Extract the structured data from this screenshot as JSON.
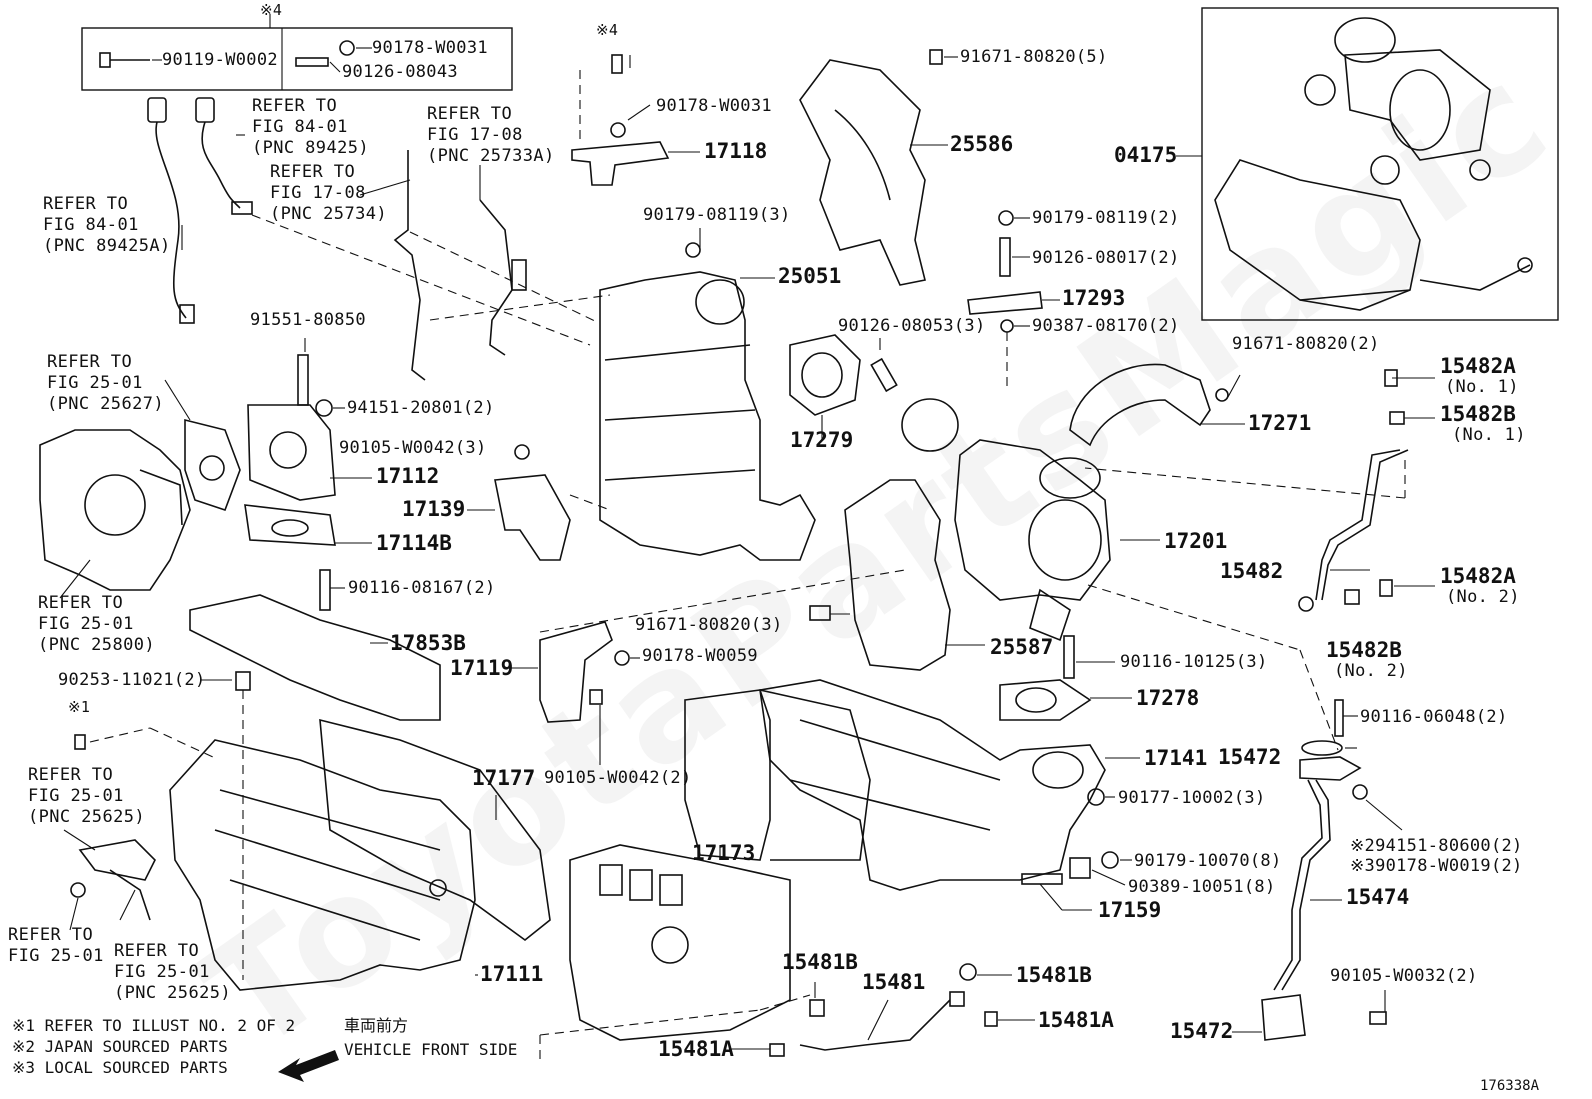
{
  "watermark": "ToyotaPartsMagic",
  "diagram_id": "176338A",
  "top_box": {
    "mark": "※4",
    "left_part": "90119-W0002",
    "right_parts": [
      "90178-W0031",
      "90126-08043"
    ]
  },
  "refer_notes": [
    {
      "id": "ref-fig84-89425",
      "lines": [
        "REFER TO",
        "FIG 84-01",
        "(PNC 89425)"
      ]
    },
    {
      "id": "ref-fig17-25734",
      "lines": [
        "REFER TO",
        "FIG 17-08",
        "(PNC 25734)"
      ]
    },
    {
      "id": "ref-fig17-25733a",
      "lines": [
        "REFER TO",
        "FIG 17-08",
        "(PNC 25733A)"
      ]
    },
    {
      "id": "ref-fig84-89425a",
      "lines": [
        "REFER TO",
        "FIG 84-01",
        "(PNC 89425A)"
      ]
    },
    {
      "id": "ref-fig25-25627",
      "lines": [
        "REFER TO",
        "FIG 25-01",
        "(PNC 25627)"
      ]
    },
    {
      "id": "ref-fig25-25800",
      "lines": [
        "REFER TO",
        "FIG 25-01",
        "(PNC 25800)"
      ]
    },
    {
      "id": "ref-fig25-25625-a",
      "lines": [
        "REFER TO",
        "FIG 25-01",
        "(PNC 25625)"
      ]
    },
    {
      "id": "ref-fig25-plain",
      "lines": [
        "REFER TO",
        "FIG 25-01"
      ]
    },
    {
      "id": "ref-fig25-25625-b",
      "lines": [
        "REFER TO",
        "FIG 25-01",
        "(PNC 25625)"
      ]
    }
  ],
  "labels": [
    {
      "id": "l-90178-w0031-b",
      "text": "90178-W0031",
      "size": "normal"
    },
    {
      "id": "l-17118",
      "text": "17118",
      "size": "big"
    },
    {
      "id": "l-mark4-b",
      "text": "※4",
      "size": "small"
    },
    {
      "id": "l-91671-80820-5",
      "text": "91671-80820(5)",
      "size": "normal"
    },
    {
      "id": "l-25586",
      "text": "25586",
      "size": "big"
    },
    {
      "id": "l-04175",
      "text": "04175",
      "size": "big"
    },
    {
      "id": "l-90179-08119-3",
      "text": "90179-08119(3)",
      "size": "normal"
    },
    {
      "id": "l-25051",
      "text": "25051",
      "size": "big"
    },
    {
      "id": "l-90179-08119-2",
      "text": "90179-08119(2)",
      "size": "normal"
    },
    {
      "id": "l-90126-08017-2",
      "text": "90126-08017(2)",
      "size": "normal"
    },
    {
      "id": "l-17293",
      "text": "17293",
      "size": "big"
    },
    {
      "id": "l-90387-08170-2",
      "text": "90387-08170(2)",
      "size": "normal"
    },
    {
      "id": "l-90126-08053-3",
      "text": "90126-08053(3)",
      "size": "normal"
    },
    {
      "id": "l-91671-80820-2",
      "text": "91671-80820(2)",
      "size": "normal"
    },
    {
      "id": "l-15482a-1",
      "text": "15482A",
      "size": "big"
    },
    {
      "id": "l-15482a-1-no",
      "text": "(No. 1)",
      "size": "normal"
    },
    {
      "id": "l-15482b-1",
      "text": "15482B",
      "size": "big"
    },
    {
      "id": "l-15482b-1-no",
      "text": "(No. 1)",
      "size": "normal"
    },
    {
      "id": "l-17271",
      "text": "17271",
      "size": "big"
    },
    {
      "id": "l-91551-80850",
      "text": "91551-80850",
      "size": "normal"
    },
    {
      "id": "l-94151-20801-2",
      "text": "94151-20801(2)",
      "size": "normal"
    },
    {
      "id": "l-90105-w0042-3",
      "text": "90105-W0042(3)",
      "size": "normal"
    },
    {
      "id": "l-17279",
      "text": "17279",
      "size": "big"
    },
    {
      "id": "l-17112",
      "text": "17112",
      "size": "big"
    },
    {
      "id": "l-17139",
      "text": "17139",
      "size": "big"
    },
    {
      "id": "l-17114b",
      "text": "17114B",
      "size": "big"
    },
    {
      "id": "l-17201",
      "text": "17201",
      "size": "big"
    },
    {
      "id": "l-15482",
      "text": "15482",
      "size": "big"
    },
    {
      "id": "l-15482a-2",
      "text": "15482A",
      "size": "big"
    },
    {
      "id": "l-15482a-2-no",
      "text": "(No. 2)",
      "size": "normal"
    },
    {
      "id": "l-15482b-2",
      "text": "15482B",
      "size": "big"
    },
    {
      "id": "l-15482b-2-no",
      "text": "(No. 2)",
      "size": "normal"
    },
    {
      "id": "l-90116-08167-2",
      "text": "90116-08167(2)",
      "size": "normal"
    },
    {
      "id": "l-91671-80820-3",
      "text": "91671-80820(3)",
      "size": "normal"
    },
    {
      "id": "l-17853b",
      "text": "17853B",
      "size": "big"
    },
    {
      "id": "l-17119",
      "text": "17119",
      "size": "big"
    },
    {
      "id": "l-90178-w0059",
      "text": "90178-W0059",
      "size": "normal"
    },
    {
      "id": "l-25587",
      "text": "25587",
      "size": "big"
    },
    {
      "id": "l-90116-10125-3",
      "text": "90116-10125(3)",
      "size": "normal"
    },
    {
      "id": "l-90253-11021-2",
      "text": "90253-11021(2)",
      "size": "normal"
    },
    {
      "id": "l-17278",
      "text": "17278",
      "size": "big"
    },
    {
      "id": "l-mark1",
      "text": "※1",
      "size": "small"
    },
    {
      "id": "l-90105-w0042-2",
      "text": "90105-W0042(2)",
      "size": "normal"
    },
    {
      "id": "l-90116-06048-2",
      "text": "90116-06048(2)",
      "size": "normal"
    },
    {
      "id": "l-17177",
      "text": "17177",
      "size": "big"
    },
    {
      "id": "l-17141",
      "text": "17141",
      "size": "big"
    },
    {
      "id": "l-15472-a",
      "text": "15472",
      "size": "big"
    },
    {
      "id": "l-90177-10002-3",
      "text": "90177-10002(3)",
      "size": "normal"
    },
    {
      "id": "l-94151-80600-2",
      "text": "※294151-80600(2)",
      "size": "normal"
    },
    {
      "id": "l-90178-w0019-2",
      "text": "※390178-W0019(2)",
      "size": "normal"
    },
    {
      "id": "l-17173",
      "text": "17173",
      "size": "big"
    },
    {
      "id": "l-90179-10070-8",
      "text": "90179-10070(8)",
      "size": "normal"
    },
    {
      "id": "l-90389-10051-8",
      "text": "90389-10051(8)",
      "size": "normal"
    },
    {
      "id": "l-15474",
      "text": "15474",
      "size": "big"
    },
    {
      "id": "l-17159",
      "text": "17159",
      "size": "big"
    },
    {
      "id": "l-15481b-a",
      "text": "15481B",
      "size": "big"
    },
    {
      "id": "l-15481",
      "text": "15481",
      "size": "big"
    },
    {
      "id": "l-15481b-b",
      "text": "15481B",
      "size": "big"
    },
    {
      "id": "l-90105-w0032-2",
      "text": "90105-W0032(2)",
      "size": "normal"
    },
    {
      "id": "l-17111",
      "text": "17111",
      "size": "big"
    },
    {
      "id": "l-15481a-b",
      "text": "15481A",
      "size": "big"
    },
    {
      "id": "l-15472-b",
      "text": "15472",
      "size": "big"
    },
    {
      "id": "l-15481a-a",
      "text": "15481A",
      "size": "big"
    }
  ],
  "legend": {
    "lines": [
      "※1 REFER TO ILLUST NO. 2 OF 2",
      "※2 JAPAN SOURCED PARTS",
      "※3 LOCAL SOURCED PARTS"
    ],
    "front_jp": "車両前方",
    "front_en": "VEHICLE FRONT SIDE"
  }
}
